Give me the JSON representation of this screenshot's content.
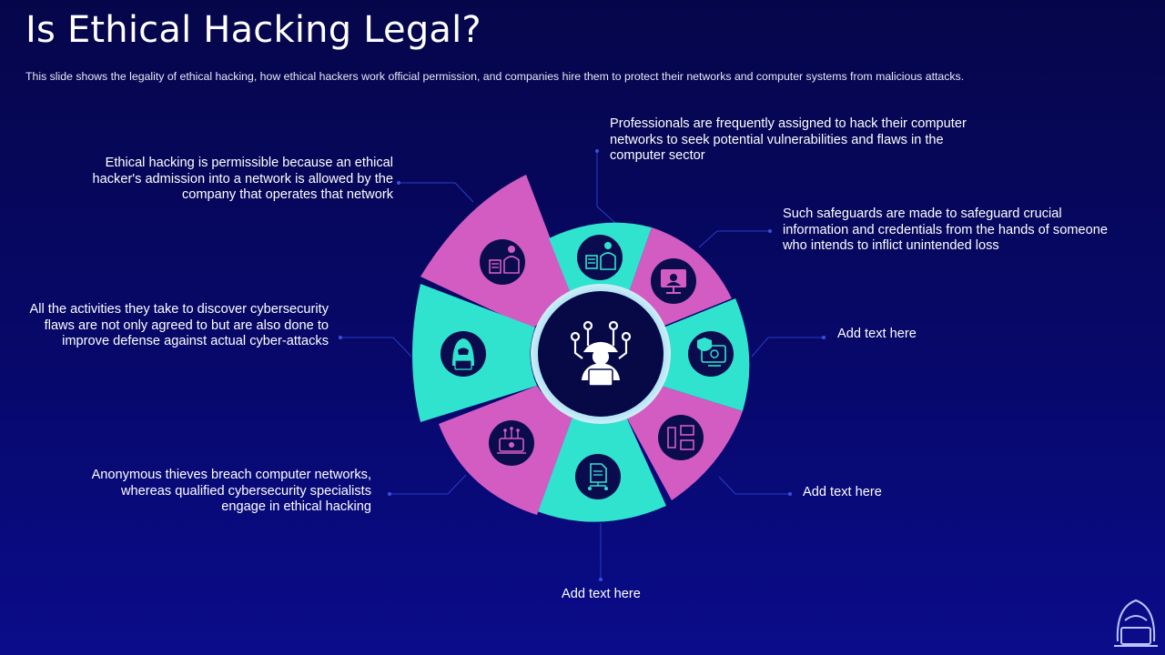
{
  "slide": {
    "title": "Is Ethical Hacking Legal?",
    "subtitle": "This slide shows the legality of ethical hacking, how ethical hackers work official permission, and companies hire them to protect their networks and computer systems from malicious attacks."
  },
  "callouts": {
    "permissible": "Ethical hacking is permissible because an ethical hacker's admission into a network is allowed by the company that operates that network",
    "activities": "All the activities they take to discover cybersecurity flaws are not only agreed to but are also done to improve defense against actual cyber-attacks",
    "thieves": "Anonymous thieves breach computer networks, whereas qualified cybersecurity specialists engage in ethical hacking",
    "professionals": "Professionals are frequently assigned to hack their computer networks to seek potential vulnerabilities and flaws in the computer sector",
    "safeguards": "Such safeguards are made to safeguard crucial information and credentials from the hands of someone who intends to inflict unintended loss",
    "add_text_1": "Add text here",
    "add_text_2": "Add text here",
    "add_text_3": "Add text here"
  },
  "colors": {
    "background": "#06075a",
    "pink": "#d35cc3",
    "teal": "#2fe3cf",
    "icon_circle": "#0b0c4e",
    "center_circle": "#070846",
    "connector": "#2a3cc8"
  },
  "icons": {
    "center": "hacker-laptop-icon",
    "segments": [
      "server-user-icon",
      "document-user-icon",
      "hacker-monitor-icon",
      "shield-computer-icon",
      "network-computers-icon",
      "file-network-icon",
      "circuit-laptop-icon",
      "hooded-hacker-icon"
    ],
    "corner": "hooded-hacker-icon"
  }
}
